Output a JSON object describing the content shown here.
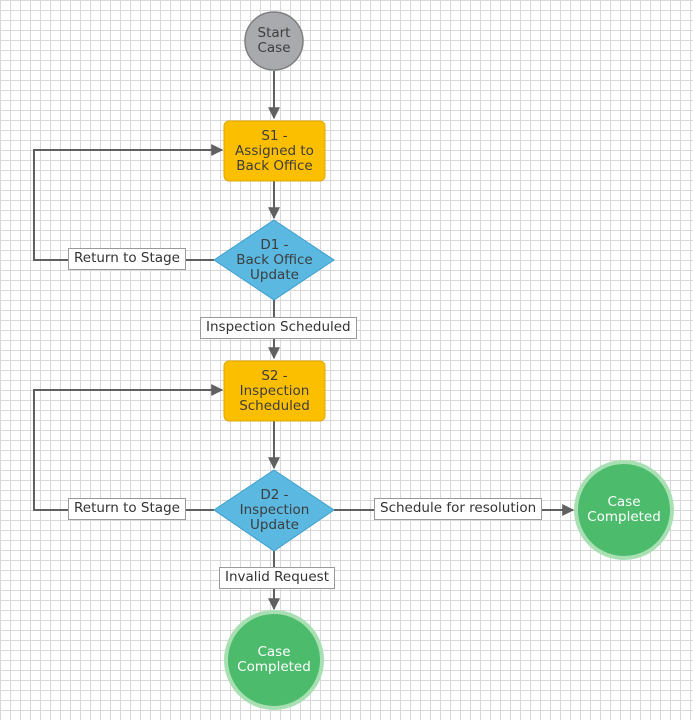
{
  "nodes": {
    "start": {
      "label": "Start\nCase",
      "color": "#a9aaad"
    },
    "s1": {
      "label": "S1 -\nAssigned to\nBack Office",
      "color": "#fcbf00"
    },
    "d1": {
      "label": "D1 -\nBack Office\nUpdate",
      "color": "#5bb8e0"
    },
    "s2": {
      "label": "S2 -\nInspection\nScheduled",
      "color": "#fcbf00"
    },
    "d2": {
      "label": "D2 -\nInspection\nUpdate",
      "color": "#5bb8e0"
    },
    "end_right": {
      "label": "Case\nCompleted",
      "color": "#4cbb6c"
    },
    "end_bottom": {
      "label": "Case\nCompleted",
      "color": "#4cbb6c"
    }
  },
  "edges": {
    "d1_return": "Return to Stage",
    "d1_next": "Inspection Scheduled",
    "d2_return": "Return to Stage",
    "d2_resolve": "Schedule for resolution",
    "d2_invalid": "Invalid Request"
  },
  "colors": {
    "connector": "#606060",
    "label_border": "#9a9a9a",
    "end_ring": "#a8e0b4",
    "start_border": "#7f7f7f"
  }
}
